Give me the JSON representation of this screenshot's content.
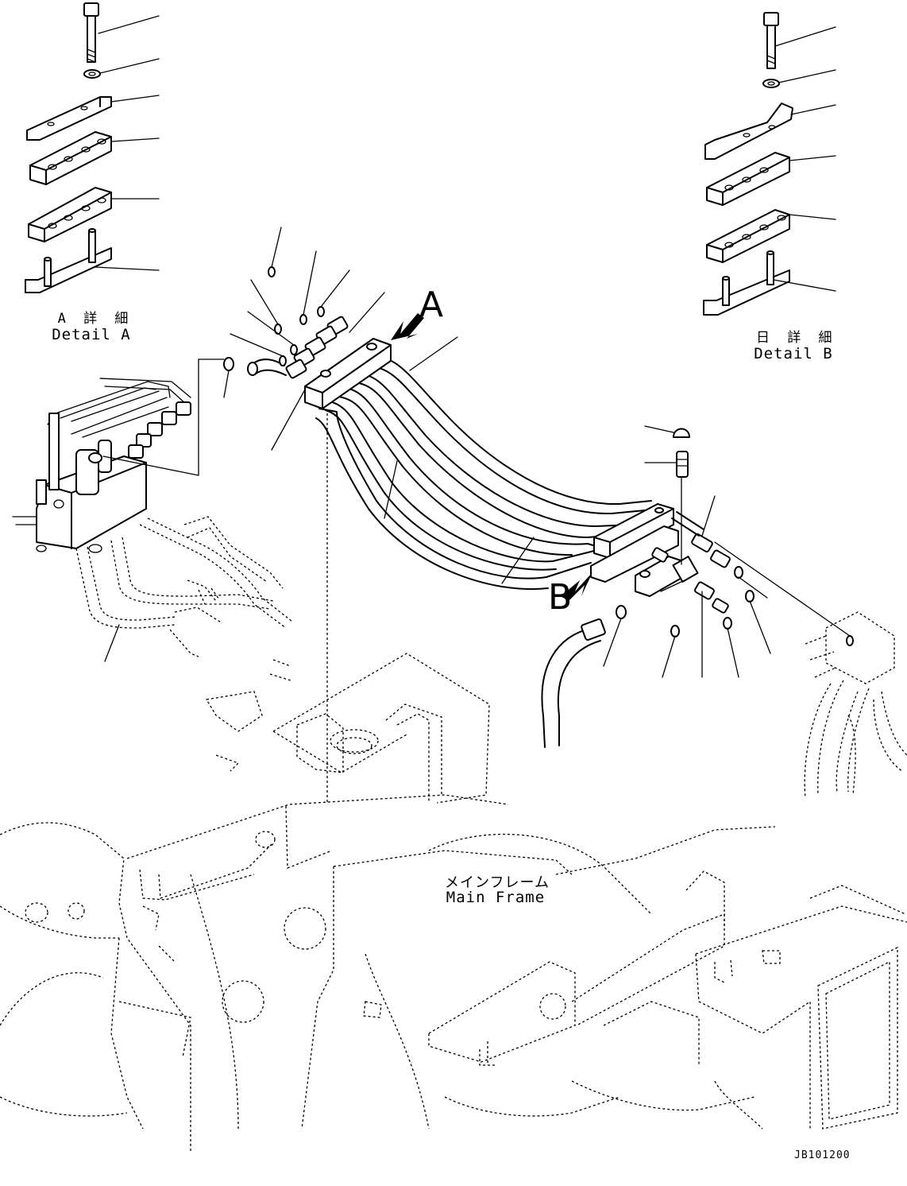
{
  "detail_a": {
    "label_jp": "A 詳 細",
    "label_en": "Detail A"
  },
  "detail_b": {
    "label_jp": "日 詳 細",
    "label_en": "Detail B"
  },
  "main_frame": {
    "label_jp": "メインフレーム",
    "label_en": "Main Frame"
  },
  "view_arrows": {
    "a": "A",
    "b": "B"
  },
  "drawing_code": "JB101200"
}
